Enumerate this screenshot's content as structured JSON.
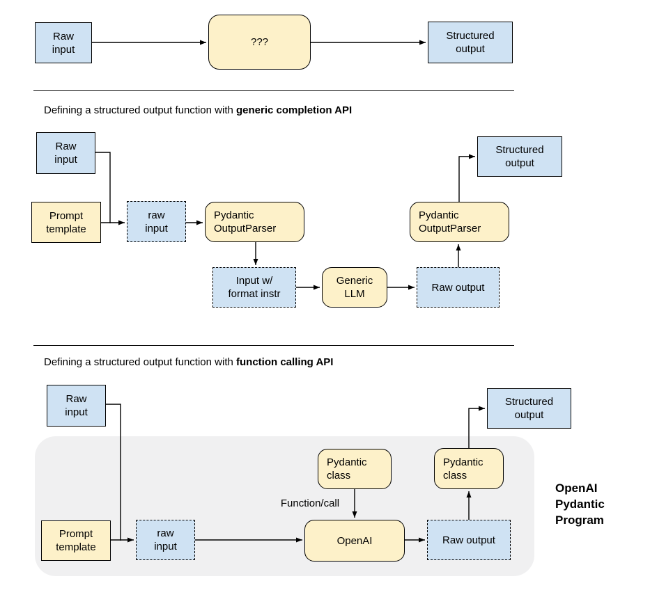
{
  "colors": {
    "box_blue": "#cfe2f3",
    "box_yellow": "#fdf1c9",
    "container_gray": "#f0f0f1",
    "line_black": "#000000"
  },
  "top_flow": {
    "raw_input": "Raw\ninput",
    "mystery_box": "???",
    "structured_output": "Structured\noutput"
  },
  "generic_api_section": {
    "heading_prefix": "Defining a structured output function with ",
    "heading_bold": "generic completion API",
    "raw_input": "Raw\ninput",
    "structured_output": "Structured\noutput",
    "prompt_template": "Prompt\ntemplate",
    "raw_input_intermediate": "raw\ninput",
    "output_parser_pre": "Pydantic\nOutputParser",
    "output_parser_post": "Pydantic\nOutputParser",
    "input_with_format": "Input w/\nformat instr",
    "generic_llm": "Generic\nLLM",
    "raw_output": "Raw output"
  },
  "function_api_section": {
    "heading_prefix": "Defining a structured output function with ",
    "heading_bold": "function calling API",
    "raw_input": "Raw\ninput",
    "structured_output": "Structured\noutput",
    "pydantic_class_input": "Pydantic\nclass",
    "pydantic_class_output": "Pydantic\nclass",
    "function_call_label": "Function/call",
    "prompt_template": "Prompt\ntemplate",
    "raw_input_intermediate": "raw\ninput",
    "openai": "OpenAI",
    "raw_output": "Raw output",
    "program_label": "OpenAI\nPydantic\nProgram"
  }
}
